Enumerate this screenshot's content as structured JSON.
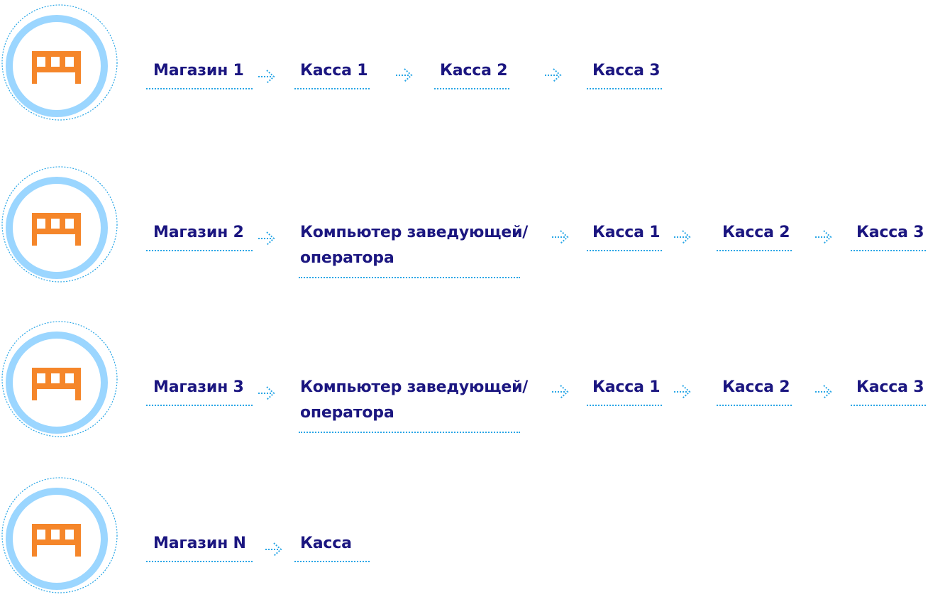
{
  "colors": {
    "text": "#1b1680",
    "accent_blue": "#29a6e6",
    "ring_blue": "#9bd6ff",
    "store_orange": "#f5862a"
  },
  "icons": {
    "store": "store-icon",
    "arrow": "dotted-arrow-icon"
  },
  "rows": [
    {
      "store": "Магазин 1",
      "nodes": [
        "Касса 1",
        "Касса 2",
        "Касса 3"
      ]
    },
    {
      "store": "Магазин 2",
      "operator": {
        "line1": "Компьютер заведующей/",
        "line2": "оператора"
      },
      "nodes": [
        "Касса 1",
        "Касса 2",
        "Касса 3"
      ]
    },
    {
      "store": "Магазин 3",
      "operator": {
        "line1": "Компьютер заведующей/",
        "line2": "оператора"
      },
      "nodes": [
        "Касса 1",
        "Касса 2",
        "Касса 3"
      ]
    },
    {
      "store": "Магазин N",
      "nodes": [
        "Касса"
      ]
    }
  ]
}
